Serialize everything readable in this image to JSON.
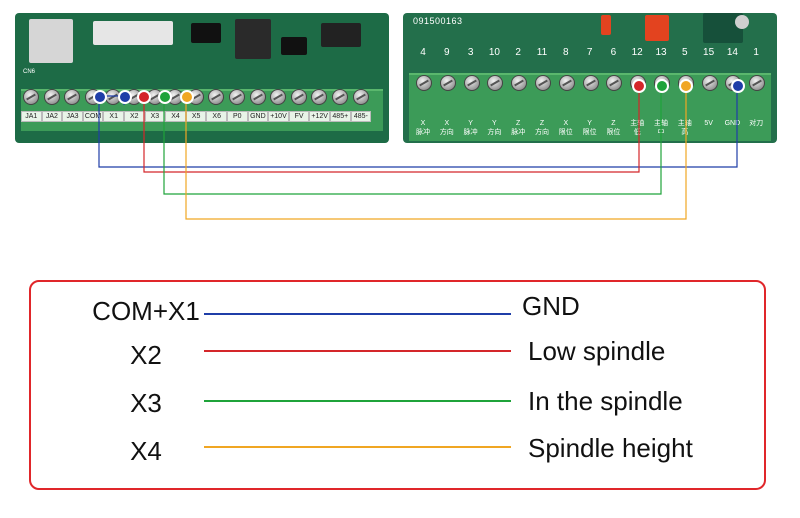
{
  "left_board": {
    "terminal_labels": [
      "JA1",
      "JA2",
      "JA3",
      "COM",
      "X1",
      "X2",
      "X3",
      "X4",
      "X5",
      "X6",
      "P0",
      "GND",
      "+10V",
      "FV",
      "+12V",
      "485+",
      "485-"
    ],
    "cn_label": "CN6"
  },
  "right_board": {
    "serial": "091500163",
    "pin_numbers": [
      "4",
      "9",
      "3",
      "10",
      "2",
      "11",
      "8",
      "7",
      "6",
      "12",
      "13",
      "5",
      "15",
      "14",
      "1"
    ],
    "terminal_text": [
      [
        "X",
        "脉冲"
      ],
      [
        "X",
        "方向"
      ],
      [
        "Y",
        "脉冲"
      ],
      [
        "Y",
        "方向"
      ],
      [
        "Z",
        "脉冲"
      ],
      [
        "Z",
        "方向"
      ],
      [
        "X",
        "限位"
      ],
      [
        "Y",
        "限位"
      ],
      [
        "Z",
        "限位"
      ],
      [
        "",
        "主轴低"
      ],
      [
        "主轴中",
        ""
      ],
      [
        "",
        "主轴高"
      ],
      [
        "5V",
        ""
      ],
      [
        "GND",
        ""
      ],
      [
        "",
        "对刀"
      ]
    ]
  },
  "legend": {
    "rows": [
      {
        "left": "COM+X1",
        "right": "GND",
        "color": "#1f3ea8"
      },
      {
        "left": "X2",
        "right": "Low spindle",
        "color": "#d4262a"
      },
      {
        "left": "X3",
        "right": "In the spindle",
        "color": "#1fa33a"
      },
      {
        "left": "X4",
        "right": "Spindle height",
        "color": "#f0a623"
      }
    ]
  },
  "wire_colors": {
    "blue": "#1f3ea8",
    "red": "#d4262a",
    "green": "#1fa33a",
    "yellow": "#f0a623"
  }
}
